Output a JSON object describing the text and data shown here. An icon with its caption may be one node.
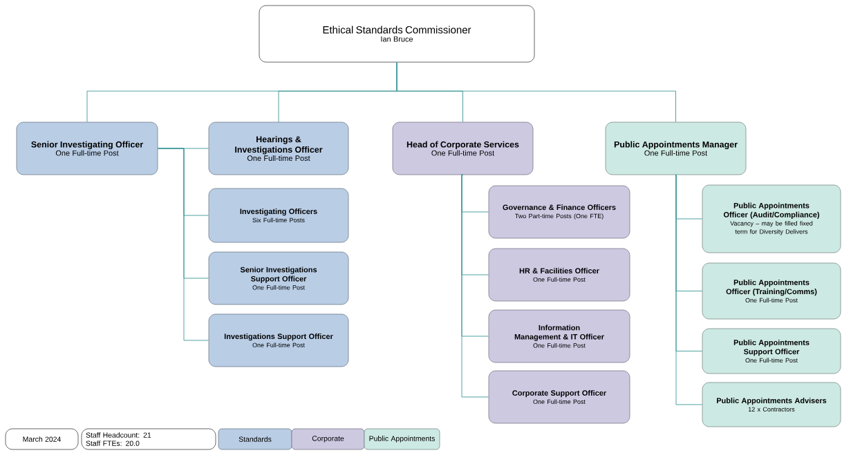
{
  "diagram": {
    "nodes": [
      {
        "text": [
          "Ethical Standards Commissioner",
          "Ian Bruce"
        ]
      },
      {
        "text": [
          "Senior Investigating Officer",
          "One Full-time Post"
        ]
      },
      {
        "text": [
          "Hearings & Investigations Officer",
          "One Full-time Post"
        ]
      },
      {
        "text": [
          "Investigating Officers",
          "Six Full-time Posts"
        ]
      },
      {
        "text": [
          "Senior Investigations Support Officer",
          "One Full-time Post"
        ]
      },
      {
        "text": [
          "Investigations Support Officer",
          "One Full-time Post"
        ]
      },
      {
        "text": [
          "Head of Corporate Services",
          "One Full-time Post"
        ]
      },
      {
        "text": [
          "Governance & Finance Officers",
          "Two Part-time Posts (One FTE)"
        ]
      },
      {
        "text": [
          "HR & Facilities Officer",
          "One Full-time Post"
        ]
      },
      {
        "text": [
          "Information Management & IT Officer",
          "One Full-time Post"
        ]
      },
      {
        "text": [
          "Corporate Support Officer",
          "One Full-time Post"
        ]
      },
      {
        "text": [
          "Public Appointments Manager",
          "One Full-time Post"
        ]
      },
      {
        "text": [
          "Public Appointments Officer (Audit/Compliance)",
          "Vacancy – may be filled fixed term for Diversity Delivers"
        ]
      },
      {
        "text": [
          "Public Appointments Officer (Training/Comms)",
          "One Full-time Post"
        ]
      },
      {
        "text": [
          "Public Appointments Support Officer",
          "One Full-time Post"
        ]
      },
      {
        "text": [
          "Public Appointments Advisers",
          "12 x Contractors"
        ]
      },
      {
        "text": [
          "March 2024"
        ]
      },
      {
        "text": [
          "Staff Headcount: 21",
          "Staff FTEs: 20.0"
        ]
      }
    ],
    "edges": [
      {
        "from": 0,
        "to": 1,
        "arrow": "none"
      },
      {
        "from": 0,
        "to": 2,
        "arrow": "none"
      },
      {
        "from": 0,
        "to": 6,
        "arrow": "none"
      },
      {
        "from": 0,
        "to": 11,
        "arrow": "none"
      },
      {
        "from": 1,
        "to": 2,
        "arrow": "none"
      },
      {
        "from": 1,
        "to": 3,
        "arrow": "none"
      },
      {
        "from": 1,
        "to": 4,
        "arrow": "none"
      },
      {
        "from": 1,
        "to": 5,
        "arrow": "none"
      },
      {
        "from": 6,
        "to": 7,
        "arrow": "none"
      },
      {
        "from": 6,
        "to": 8,
        "arrow": "none"
      },
      {
        "from": 6,
        "to": 9,
        "arrow": "none"
      },
      {
        "from": 6,
        "to": 10,
        "arrow": "none"
      },
      {
        "from": 11,
        "to": 12,
        "arrow": "none"
      },
      {
        "from": 11,
        "to": 13,
        "arrow": "none"
      },
      {
        "from": 11,
        "to": 14,
        "arrow": "none"
      },
      {
        "from": 11,
        "to": 15,
        "arrow": "none"
      }
    ],
    "legend": [
      {
        "text": "Standards",
        "color": "#b9cde5"
      },
      {
        "text": "Corporate",
        "color": "#ccc9e1"
      },
      {
        "text": "Public Appointments",
        "color": "#cde9e3"
      }
    ]
  }
}
